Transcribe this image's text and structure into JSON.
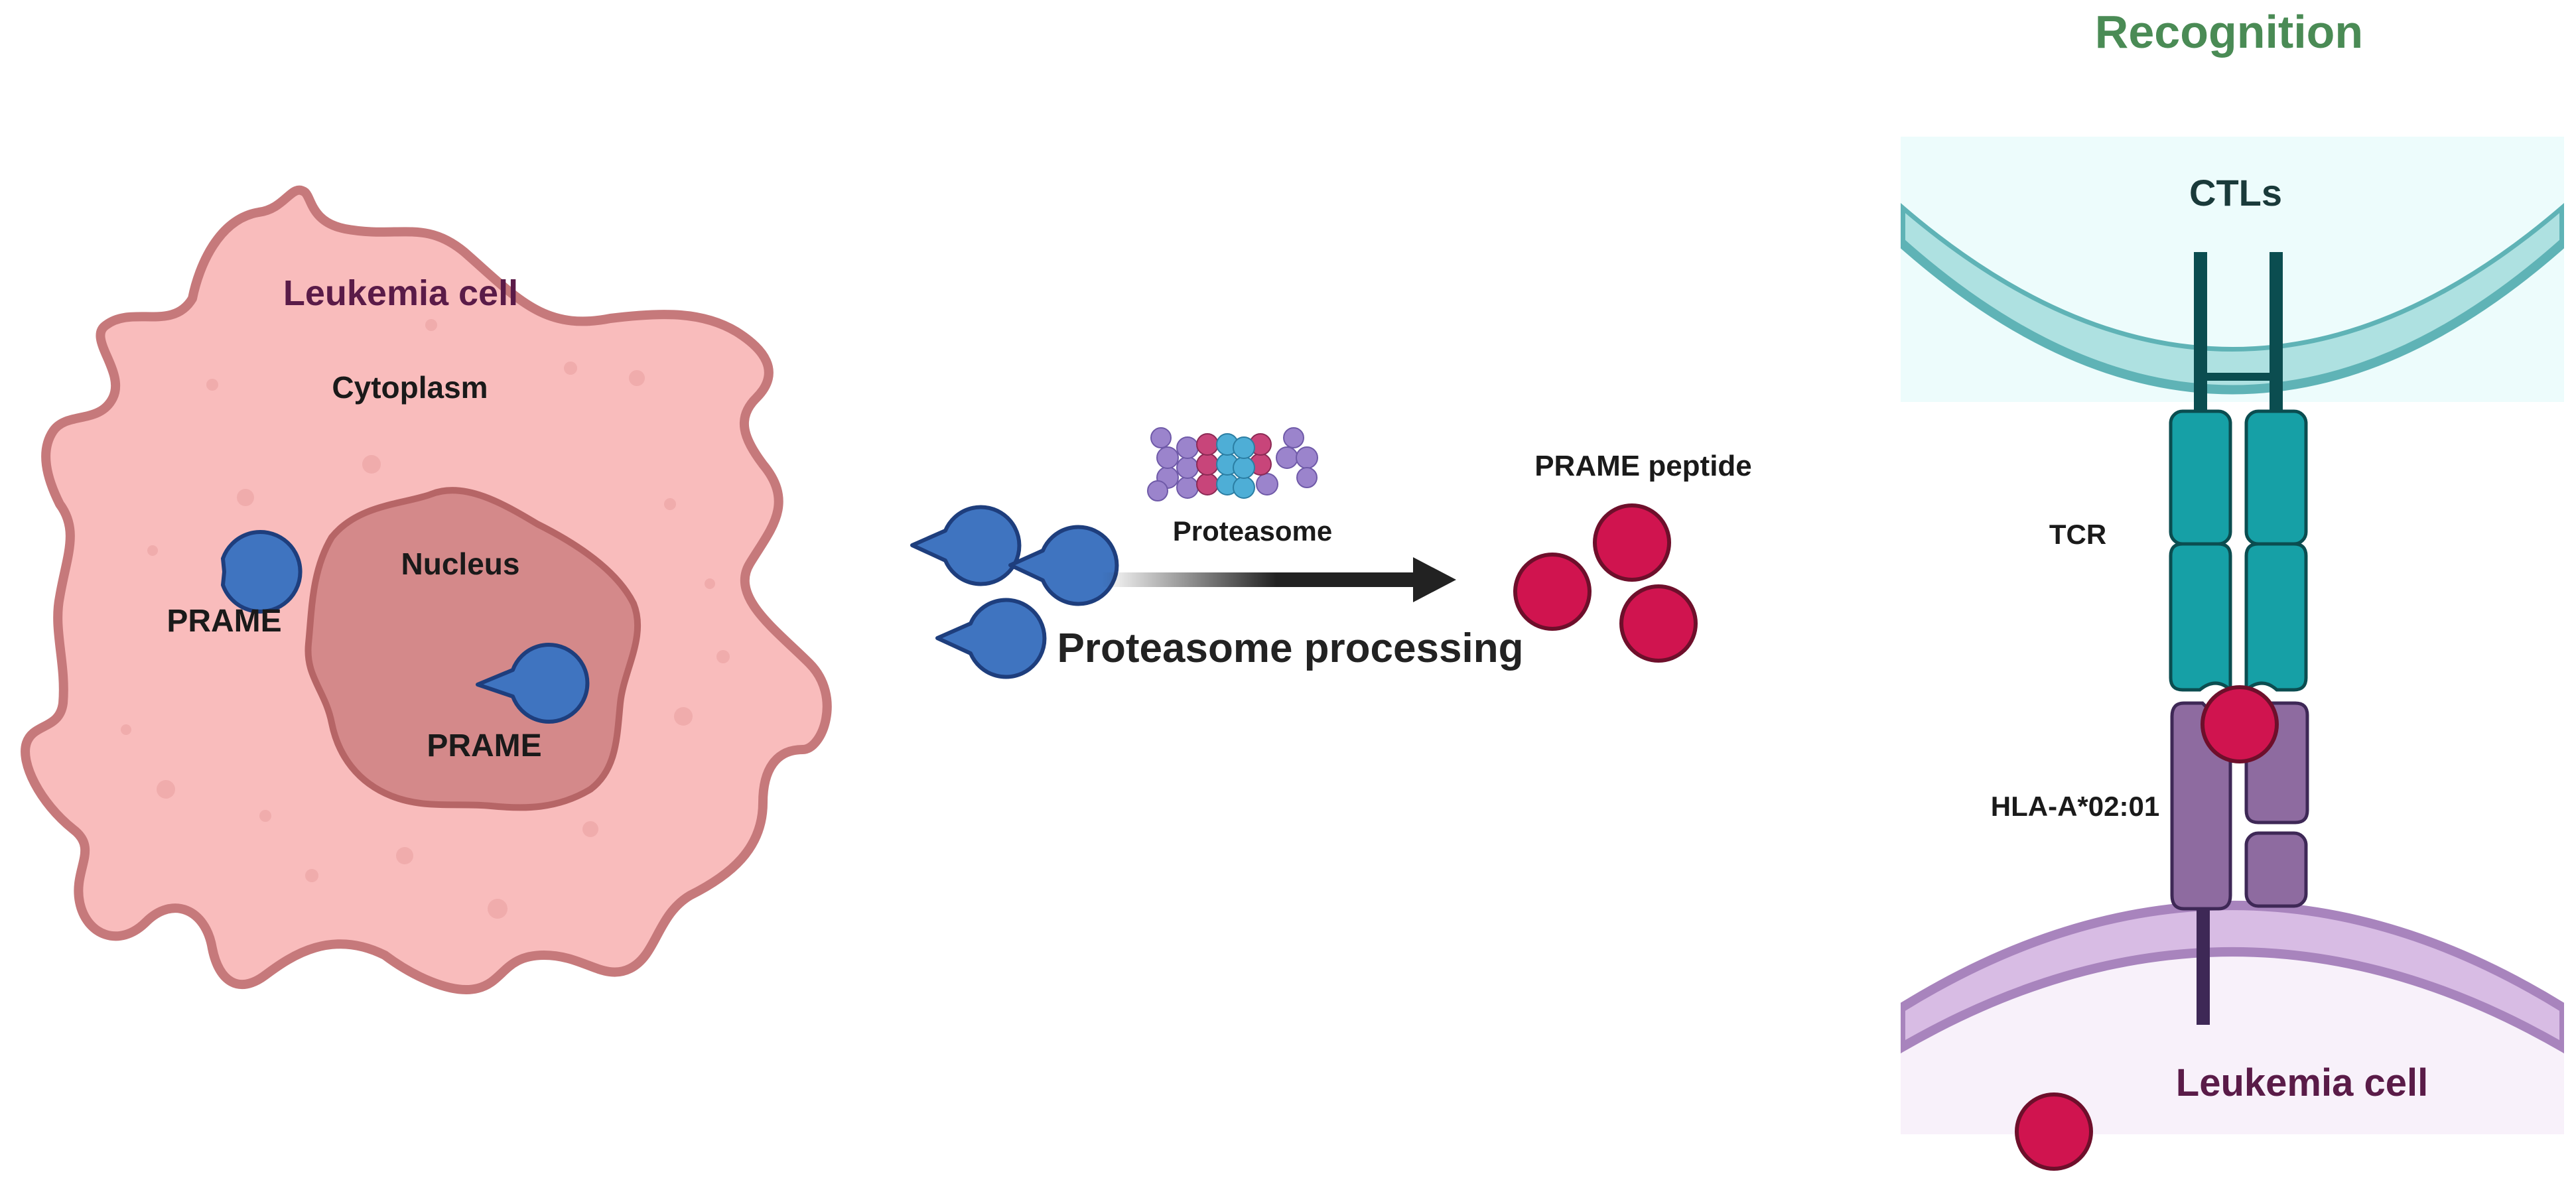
{
  "labels": {
    "left_cell_title": "Leukemia cell",
    "cytoplasm": "Cytoplasm",
    "nucleus": "Nucleus",
    "prame_cytoplasm": "PRAME",
    "prame_nucleus": "PRAME",
    "proteasome": "Proteasome",
    "process": "Proteasome processing",
    "peptide": "PRAME peptide",
    "recognition": "Recognition",
    "ctl": "CTLs",
    "tcr": "TCR",
    "hla": "HLA-A*02:01",
    "target_cell": "Leukemia cell"
  },
  "colors": {
    "cell_fill": "#f9bcbc",
    "cell_border": "#c6797b",
    "nucleus_fill": "#d4898a",
    "nucleus_border": "#b66566",
    "prame_blue": "#3f74c0",
    "prame_border": "#1e3e7d",
    "peptide_red": "#d0144f",
    "peptide_border": "#6e0f2b",
    "ctl_fill": "#edfcfc",
    "ctl_membrane": "#5fb3b6",
    "tcr_teal": "#16a0a6",
    "tcr_dark": "#0b4d50",
    "hla_purple": "#8e6ba0",
    "hla_dark": "#3e2856",
    "target_fill": "#f8f1fa",
    "target_membrane": "#a884bd",
    "recognition_green": "#4a8b55",
    "title_purple": "#5a1b48"
  }
}
